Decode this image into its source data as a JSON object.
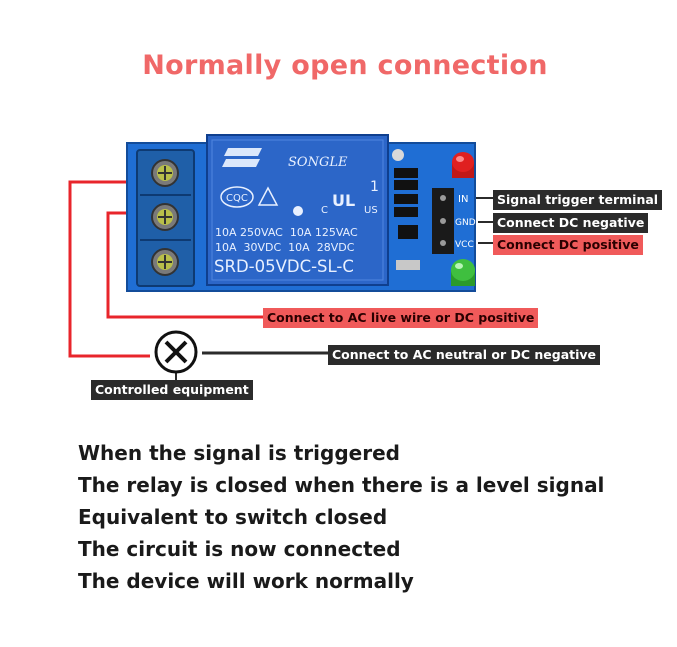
{
  "title": "Normally open connection",
  "relay": {
    "brand": "SONGLE",
    "cert_left": "CQC",
    "cert_right": "US",
    "num_mark": "1",
    "c_mark": "C",
    "spec_line1": "10A 250VAC  10A 125VAC",
    "spec_line2": "10A  30VDC  10A  28VDC",
    "model": "SRD-05VDC-SL-C",
    "pin_in": "IN",
    "pin_gnd": "GND",
    "pin_vcc": "VCC"
  },
  "labels": {
    "signal_trigger": "Signal trigger terminal",
    "dc_negative": "Connect DC negative",
    "dc_positive": "Connect DC positive",
    "ac_live": "Connect to AC live wire or DC positive",
    "ac_neutral": "Connect to AC neutral or DC negative",
    "equipment": "Controlled equipment"
  },
  "lines": [
    "When the signal is triggered",
    "The relay is closed when there is a level signal",
    "Equivalent to switch closed",
    "The circuit is now connected",
    "The device will work normally"
  ],
  "colors": {
    "title": "#f06868",
    "wire_red": "#e8252b",
    "board_blue": "#1f6ed4",
    "relay_blue": "#2c66c8",
    "terminal_blue": "#1f5fa8",
    "label_dark": "#2b2b2b",
    "label_red": "#f05a5a"
  }
}
